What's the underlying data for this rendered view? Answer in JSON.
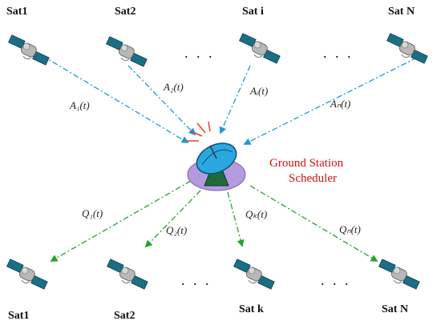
{
  "top_satellites": [
    {
      "label": "Sat1",
      "arrival": "A₁(t)"
    },
    {
      "label": "Sat2",
      "arrival": "A₂(t)"
    },
    {
      "label": "Sat i",
      "arrival": "Aᵢ(t)"
    },
    {
      "label": "Sat N",
      "arrival": "Aₙ(t)"
    }
  ],
  "bottom_satellites": [
    {
      "label": "Sat1",
      "queue": "Q₁(t)"
    },
    {
      "label": "Sat2",
      "queue": "Q₂(t)"
    },
    {
      "label": "Sat k",
      "queue": "Qₖ(t)"
    },
    {
      "label": "Sat N",
      "queue": "Qₙ(t)"
    }
  ],
  "ellipsis": ". . .",
  "ground_station": {
    "line1": "Ground Station",
    "line2": "Scheduler"
  },
  "colors": {
    "arrival_arrow": "#1a9ad6",
    "queue_arrow": "#2aa02a",
    "label_red": "#d01010"
  }
}
